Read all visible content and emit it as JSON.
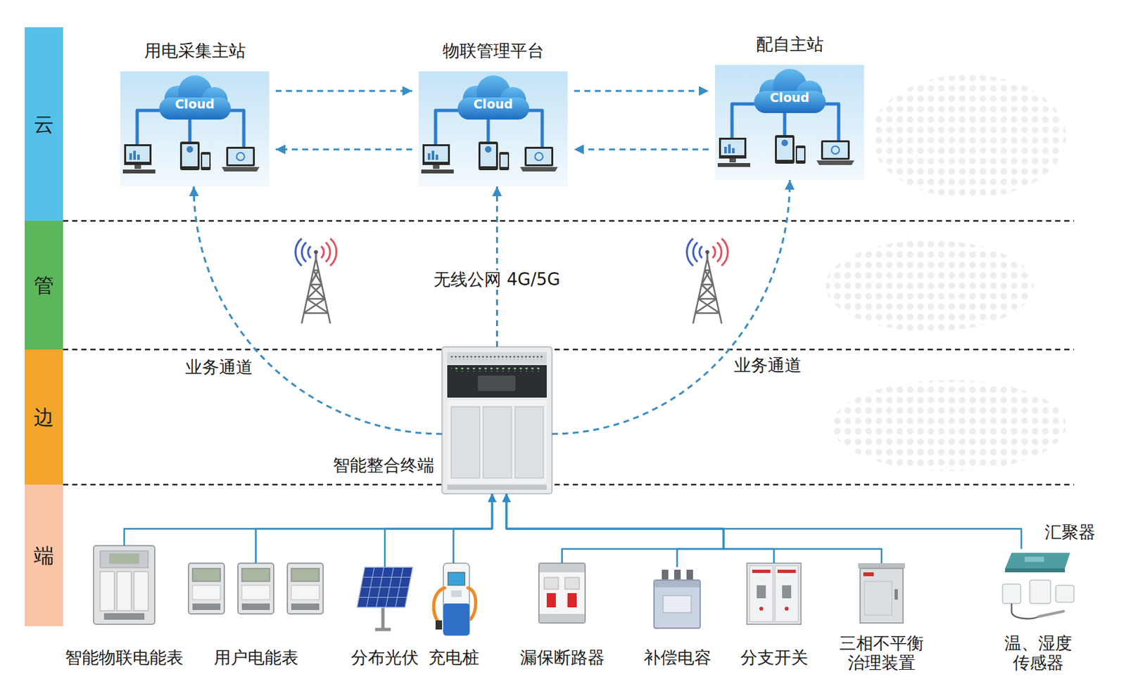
{
  "diagram": {
    "nodes": [
      {
        "text": [
          "云"
        ]
      },
      {
        "text": [
          "管"
        ]
      },
      {
        "text": [
          "边"
        ]
      },
      {
        "text": [
          "端"
        ]
      },
      {
        "text": [
          "用电采集主站",
          "Cloud"
        ]
      },
      {
        "text": [
          "物联管理平台",
          "Cloud"
        ]
      },
      {
        "text": [
          "配自主站",
          "Cloud"
        ]
      },
      {
        "text": [
          "智能整合终端"
        ]
      },
      {
        "text": [
          "智能物联电能表"
        ]
      },
      {
        "text": [
          "用户电能表"
        ]
      },
      {
        "text": [
          "分布光伏"
        ]
      },
      {
        "text": [
          "充电桩"
        ]
      },
      {
        "text": [
          "漏保断路器"
        ]
      },
      {
        "text": [
          "补偿电容"
        ]
      },
      {
        "text": [
          "分支开关"
        ]
      },
      {
        "text": [
          "三相不平衡 治理装置"
        ]
      },
      {
        "text": [
          "汇聚器",
          "温、湿度 传感器"
        ]
      }
    ],
    "edges": [
      {
        "from": 4,
        "to": 5,
        "arrow": "to"
      },
      {
        "from": 5,
        "to": 4,
        "arrow": "to"
      },
      {
        "from": 5,
        "to": 6,
        "arrow": "to"
      },
      {
        "from": 6,
        "to": 5,
        "arrow": "to"
      },
      {
        "from": 7,
        "to": 4,
        "label": "业务通道",
        "arrow": "to"
      },
      {
        "from": 7,
        "to": 5,
        "label": "无线公网 4G/5G",
        "arrow": "to"
      },
      {
        "from": 7,
        "to": 6,
        "label": "业务通道",
        "arrow": "to"
      },
      {
        "from": 8,
        "to": 7,
        "arrow": "to"
      },
      {
        "from": 9,
        "to": 7,
        "arrow": "to"
      },
      {
        "from": 10,
        "to": 7,
        "arrow": "to"
      },
      {
        "from": 11,
        "to": 7,
        "arrow": "to"
      },
      {
        "from": 12,
        "to": 7,
        "arrow": "to"
      },
      {
        "from": 13,
        "to": 7,
        "arrow": "to"
      },
      {
        "from": 14,
        "to": 7,
        "arrow": "to"
      },
      {
        "from": 15,
        "to": 7,
        "arrow": "to"
      },
      {
        "from": 16,
        "to": 7,
        "arrow": "to"
      }
    ]
  }
}
